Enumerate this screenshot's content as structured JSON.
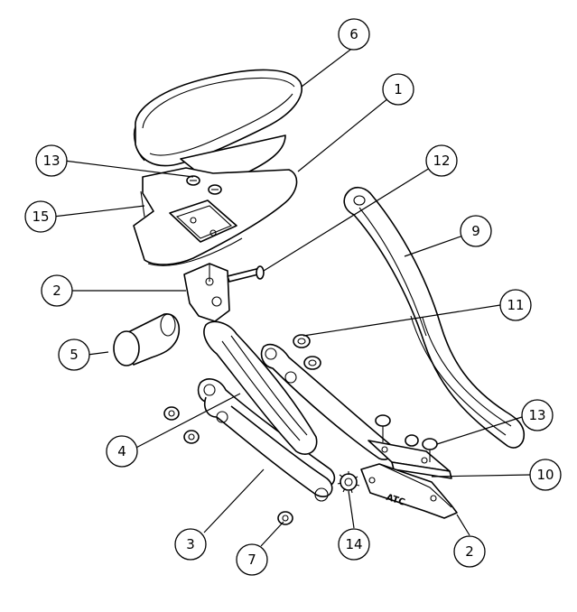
{
  "drawing": {
    "engraving_text": "ATC",
    "line_color": "#000000",
    "background_color": "#ffffff"
  },
  "balloons": [
    {
      "id": "b6",
      "label": "6"
    },
    {
      "id": "b1",
      "label": "1"
    },
    {
      "id": "b13a",
      "label": "13"
    },
    {
      "id": "b12",
      "label": "12"
    },
    {
      "id": "b15",
      "label": "15"
    },
    {
      "id": "b9",
      "label": "9"
    },
    {
      "id": "b2a",
      "label": "2"
    },
    {
      "id": "b11",
      "label": "11"
    },
    {
      "id": "b5",
      "label": "5"
    },
    {
      "id": "b13b",
      "label": "13"
    },
    {
      "id": "b4",
      "label": "4"
    },
    {
      "id": "b10",
      "label": "10"
    },
    {
      "id": "b3",
      "label": "3"
    },
    {
      "id": "b14",
      "label": "14"
    },
    {
      "id": "b2b",
      "label": "2"
    },
    {
      "id": "b7",
      "label": "7"
    }
  ]
}
